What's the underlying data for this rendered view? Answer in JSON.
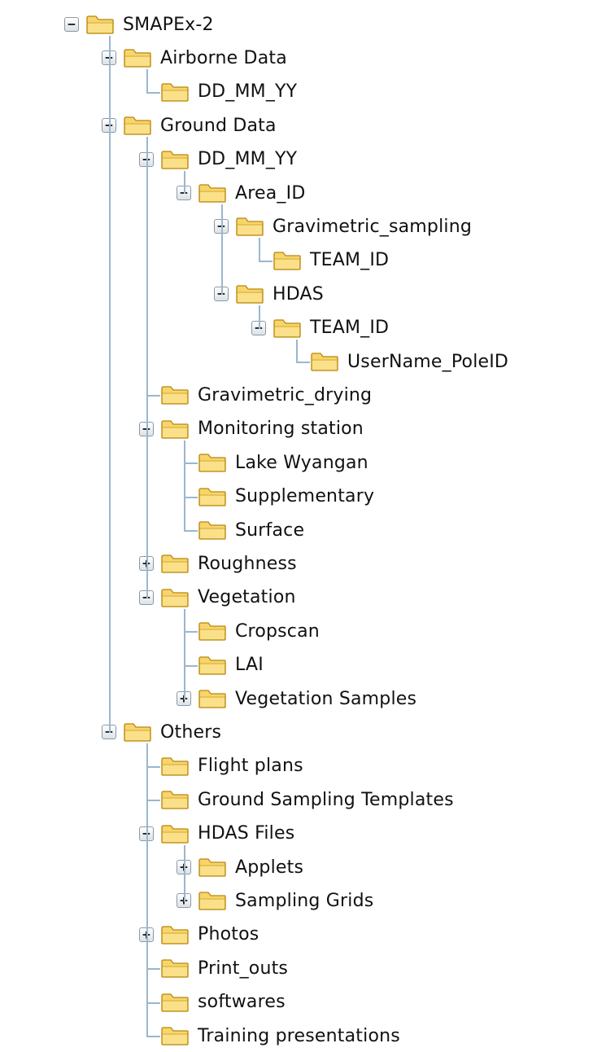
{
  "tree": {
    "label": "SMAPEx-2",
    "expander": "⊟",
    "children": [
      {
        "label": "Airborne Data",
        "expander": "⊟",
        "children": [
          {
            "label": "DD_MM_YY"
          }
        ]
      },
      {
        "label": "Ground Data",
        "expander": "⊟",
        "children": [
          {
            "label": "DD_MM_YY",
            "expander": "⊟",
            "children": [
              {
                "label": "Area_ID",
                "expander": "⊟",
                "children": [
                  {
                    "label": "Gravimetric_sampling",
                    "expander": "⊟",
                    "children": [
                      {
                        "label": "TEAM_ID"
                      }
                    ]
                  },
                  {
                    "label": "HDAS",
                    "expander": "⊟",
                    "children": [
                      {
                        "label": "TEAM_ID",
                        "expander": "⊟",
                        "children": [
                          {
                            "label": "UserName_PoleID"
                          }
                        ]
                      }
                    ]
                  }
                ]
              }
            ]
          },
          {
            "label": "Gravimetric_drying"
          },
          {
            "label": "Monitoring station",
            "expander": "⊟",
            "children": [
              {
                "label": "Lake Wyangan"
              },
              {
                "label": "Supplementary"
              },
              {
                "label": "Surface"
              }
            ]
          },
          {
            "label": "Roughness",
            "expander": "⊞"
          },
          {
            "label": "Vegetation",
            "expander": "⊟",
            "children": [
              {
                "label": "Cropscan"
              },
              {
                "label": "LAI"
              },
              {
                "label": "Vegetation Samples",
                "expander": "⊞"
              }
            ]
          }
        ]
      },
      {
        "label": "Others",
        "expander": "⊟",
        "children": [
          {
            "label": "Flight plans"
          },
          {
            "label": "Ground Sampling Templates"
          },
          {
            "label": "HDAS Files",
            "expander": "⊟",
            "children": [
              {
                "label": "Applets",
                "expander": "⊞"
              },
              {
                "label": "Sampling Grids",
                "expander": "⊞"
              }
            ]
          },
          {
            "label": "Photos",
            "expander": "⊞"
          },
          {
            "label": "Print_outs"
          },
          {
            "label": "softwares"
          },
          {
            "label": "Training presentations"
          }
        ]
      }
    ]
  },
  "colors": {
    "connector": "#9ab7cf",
    "folder_fill": "#f7d56c",
    "folder_outline": "#b8860b",
    "background": "#ffffff"
  },
  "icons": {
    "node": "folder-icon",
    "expand": "plus-box-icon",
    "collapse": "minus-box-icon"
  }
}
